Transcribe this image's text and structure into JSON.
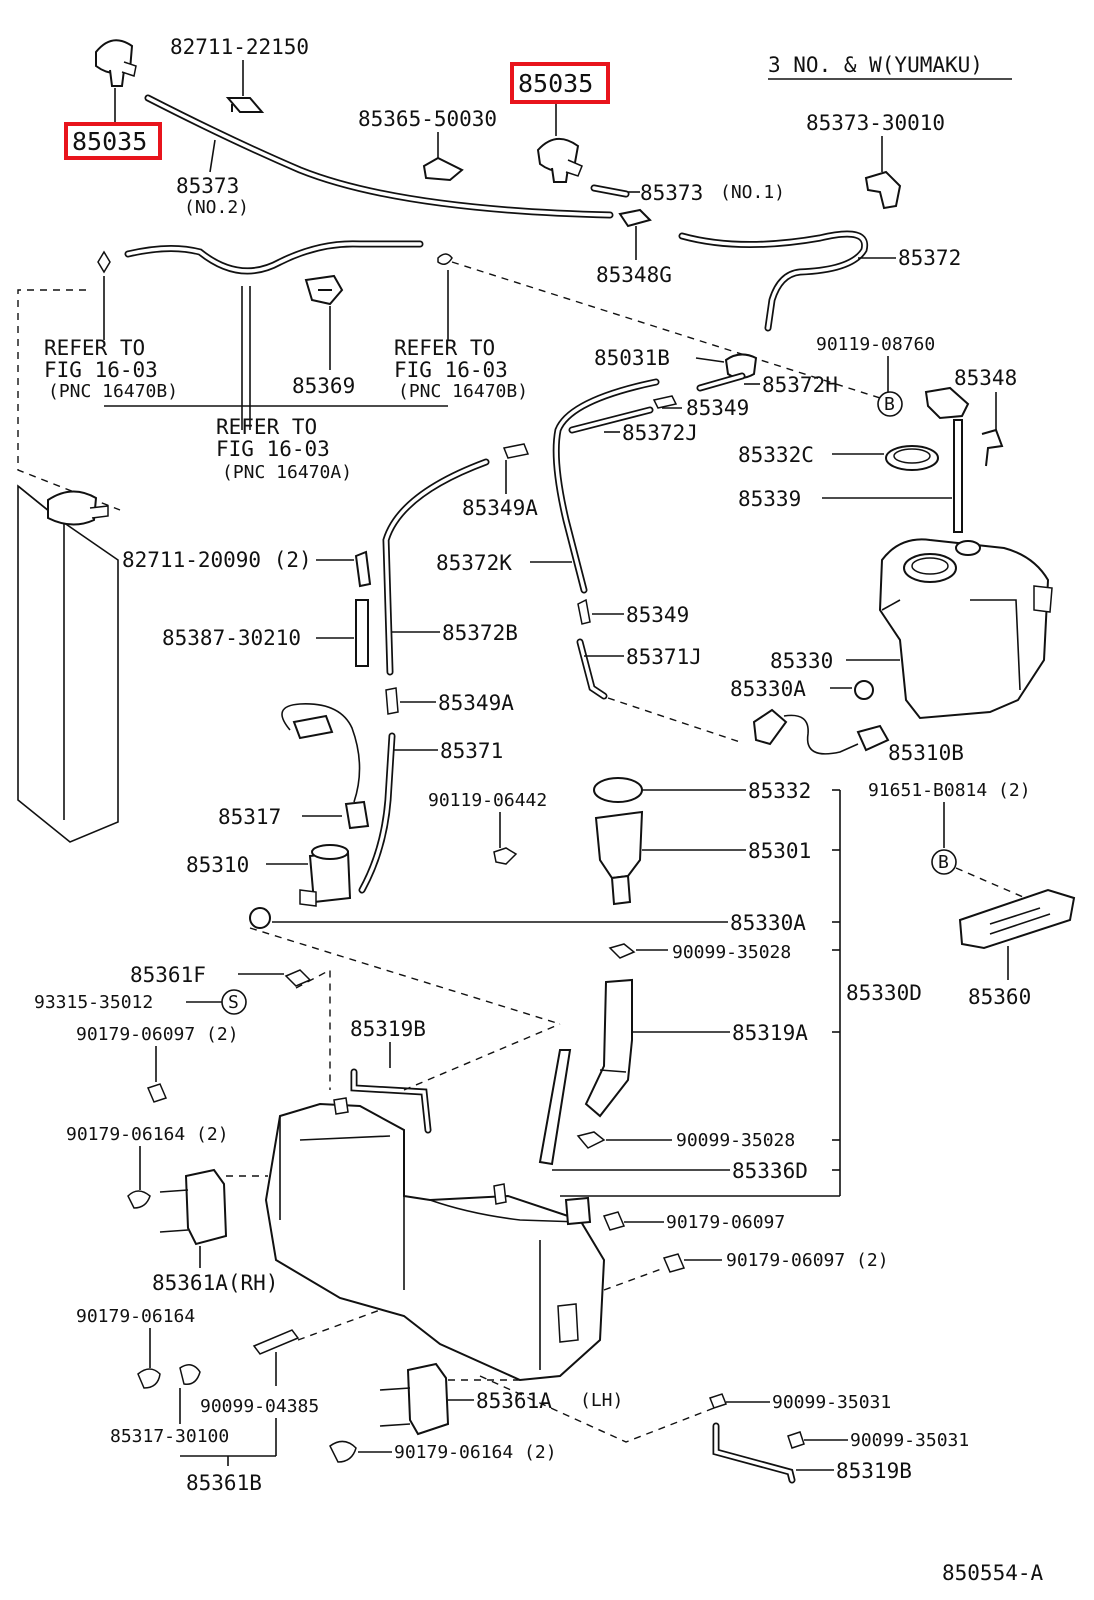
{
  "diagram": {
    "header": "3 NO. & W(YUMAKU)",
    "footer_code": "850554-A",
    "highlight_color": "#e8141c",
    "highlighted": [
      "85035",
      "85035"
    ],
    "labels": {
      "l82711_22150": "82711-22150",
      "l85365_50030": "85365-50030",
      "l85373_30010": "85373-30010",
      "l85373_no2": "85373",
      "l85373_no2_sub": "(NO.2)",
      "l85373_no1": "85373",
      "l85373_no1_sub": "(NO.1)",
      "l85348g": "85348G",
      "l85372": "85372",
      "refer_left_1": "REFER TO",
      "refer_left_2": "FIG 16-03",
      "refer_left_3": "(PNC 16470B)",
      "refer_mid_1": "REFER TO",
      "refer_mid_2": "FIG 16-03",
      "refer_mid_3": "(PNC 16470B)",
      "refer_bot_1": "REFER TO",
      "refer_bot_2": "FIG 16-03",
      "refer_bot_3": "(PNC 16470A)",
      "l85369": "85369",
      "l85031b": "85031B",
      "l85372h": "85372H",
      "l90119_08760": "90119-08760",
      "l85348": "85348",
      "l85349_top": "85349",
      "l85372j": "85372J",
      "l85332c": "85332C",
      "l85339": "85339",
      "l85349a_top": "85349A",
      "l82711_20090": "82711-20090 (2)",
      "l85372k": "85372K",
      "l85349_mid": "85349",
      "l85387_30210": "85387-30210",
      "l85372b": "85372B",
      "l85330": "85330",
      "l85371j": "85371J",
      "l85330a_top": "85330A",
      "l85349a_mid": "85349A",
      "l85310b": "85310B",
      "l85371": "85371",
      "l90119_06442": "90119-06442",
      "l85332": "85332",
      "l91651_b0814": "91651-B0814 (2)",
      "l85317": "85317",
      "l85301": "85301",
      "l85310": "85310",
      "l85330a_bot": "85330A",
      "l90099_35028_top": "90099-35028",
      "l85361f": "85361F",
      "l93315_35012": "93315-35012",
      "l85330d": "85330D",
      "l85360": "85360",
      "l90179_06097_2_top": "90179-06097 (2)",
      "l85319b_top": "85319B",
      "l85319a": "85319A",
      "l90179_06164_2": "90179-06164 (2)",
      "l90099_35028_bot": "90099-35028",
      "l85336d": "85336D",
      "l90179_06097": "90179-06097",
      "l90179_06097_2_bot": "90179-06097 (2)",
      "l85361a_rh": "85361A(RH)",
      "l90179_06164": "90179-06164",
      "l85361a_lh": "85361A",
      "l85361a_lh_sub": "(LH)",
      "l90099_35031_top": "90099-35031",
      "l90099_04385": "90099-04385",
      "l90099_35031_bot": "90099-35031",
      "l85317_30100": "85317-30100",
      "l90179_06164_2_bot": "90179-06164 (2)",
      "l85319b_bot": "85319B",
      "l85361b": "85361B",
      "tag_b": "B",
      "tag_s": "S"
    }
  }
}
